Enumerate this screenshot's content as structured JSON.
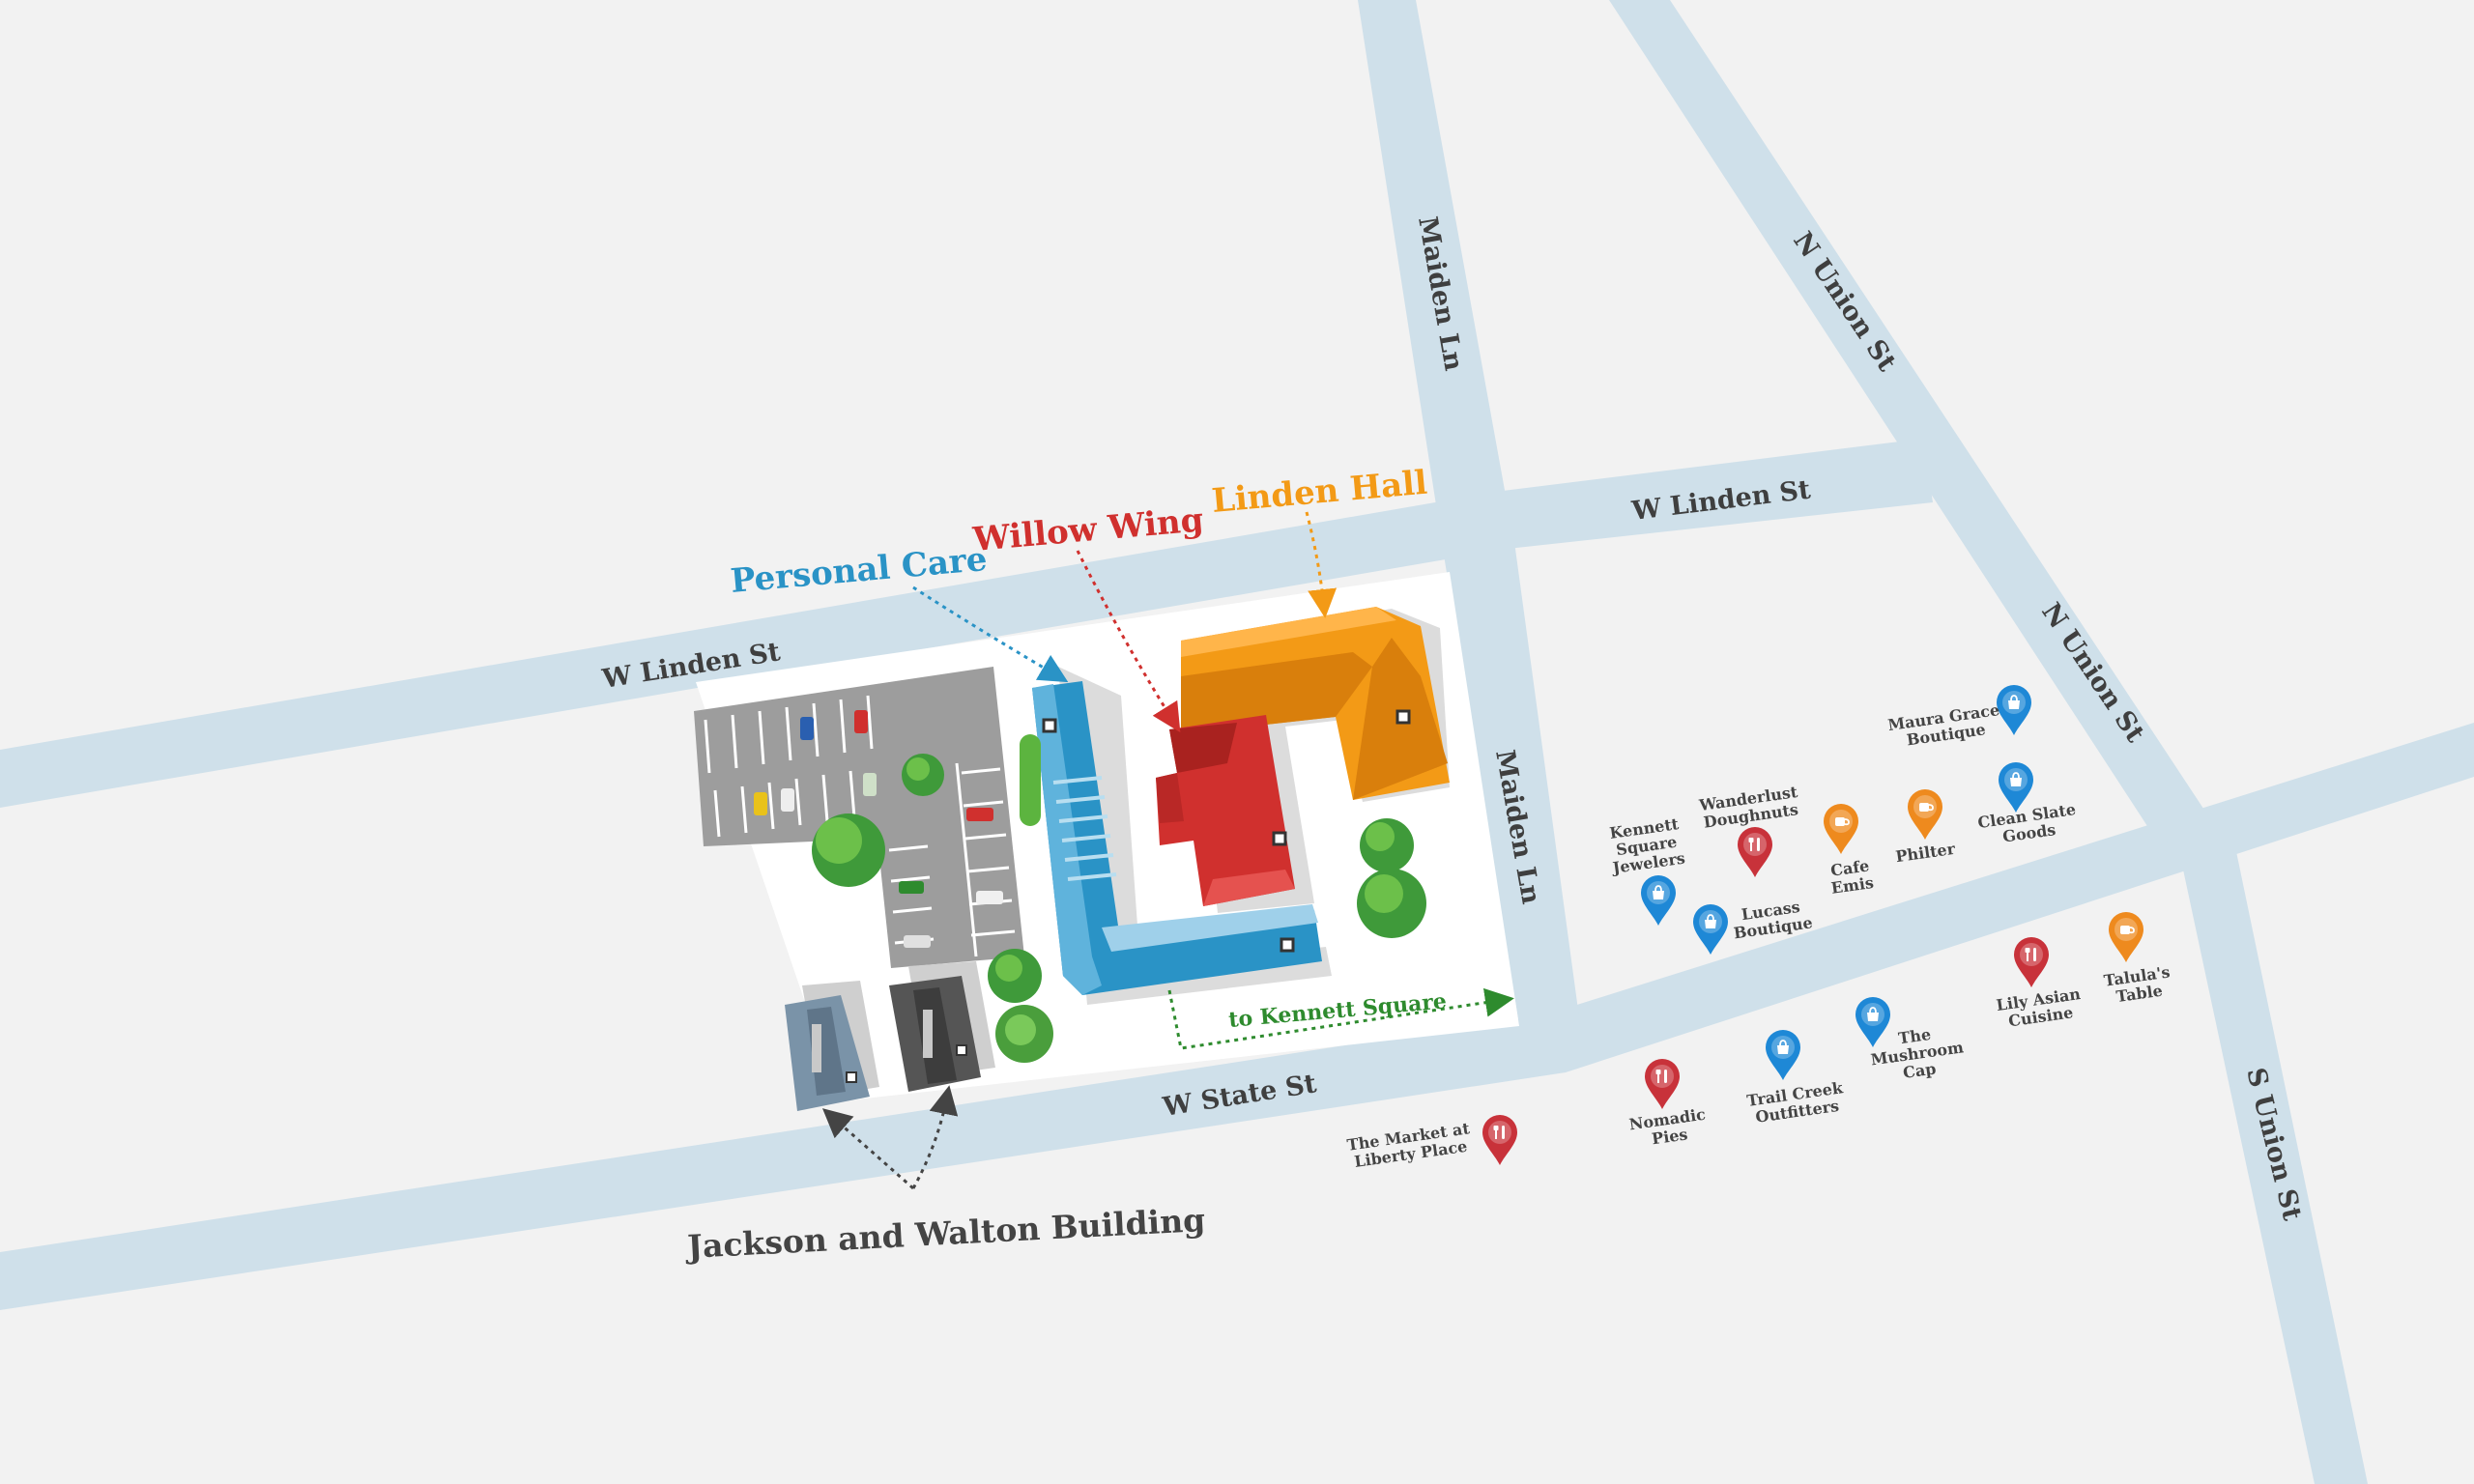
{
  "colors": {
    "background": "#f2f2f2",
    "road": "#cfe0ea",
    "personal_care": "#2a93c6",
    "willow_wing": "#d0302e",
    "linden_hall": "#f39a16",
    "kennett_arrow": "#2e8b2e",
    "shop_pin": "#1e88d6",
    "food_pin": "#c8323a",
    "cafe_pin": "#ee8a1e"
  },
  "streets": {
    "w_linden_west": "W Linden St",
    "w_linden_east": "W Linden St",
    "maiden_ln_north": "Maiden Ln",
    "maiden_ln_south": "Maiden Ln",
    "n_union_upper": "N Union St",
    "n_union_lower": "N Union St",
    "s_union": "S Union St",
    "w_state": "W State St"
  },
  "buildings": {
    "personal_care": "Personal Care",
    "willow_wing": "Willow Wing",
    "linden_hall": "Linden Hall",
    "jackson_walton": "Jackson and Walton Building",
    "to_kennett": "to Kennett Square"
  },
  "icons": {
    "shop": "shopping-bag-icon",
    "food": "fork-knife-icon",
    "cafe": "coffee-cup-icon"
  },
  "pois": [
    {
      "id": "maura-grace",
      "lines": [
        "Maura Grace",
        "Boutique"
      ],
      "type": "shop"
    },
    {
      "id": "clean-slate",
      "lines": [
        "Clean Slate",
        "Goods"
      ],
      "type": "shop"
    },
    {
      "id": "philter",
      "lines": [
        "Philter"
      ],
      "type": "cafe"
    },
    {
      "id": "cafe-emis",
      "lines": [
        "Cafe",
        "Emis"
      ],
      "type": "cafe"
    },
    {
      "id": "wanderlust",
      "lines": [
        "Wanderlust",
        "Doughnuts"
      ],
      "type": "food"
    },
    {
      "id": "kennett-jewelers",
      "lines": [
        "Kennett",
        "Square",
        "Jewelers"
      ],
      "type": "shop"
    },
    {
      "id": "lucass",
      "lines": [
        "Lucass",
        "Boutique"
      ],
      "type": "shop"
    },
    {
      "id": "talulas",
      "lines": [
        "Talula's",
        "Table"
      ],
      "type": "cafe"
    },
    {
      "id": "lily-asian",
      "lines": [
        "Lily Asian",
        "Cuisine"
      ],
      "type": "food"
    },
    {
      "id": "mushroom-cap",
      "lines": [
        "The",
        "Mushroom",
        "Cap"
      ],
      "type": "shop"
    },
    {
      "id": "trail-creek",
      "lines": [
        "Trail Creek",
        "Outfitters"
      ],
      "type": "shop"
    },
    {
      "id": "nomadic-pies",
      "lines": [
        "Nomadic",
        "Pies"
      ],
      "type": "food"
    },
    {
      "id": "market-liberty",
      "lines": [
        "The Market at",
        "Liberty Place"
      ],
      "type": "food"
    }
  ]
}
